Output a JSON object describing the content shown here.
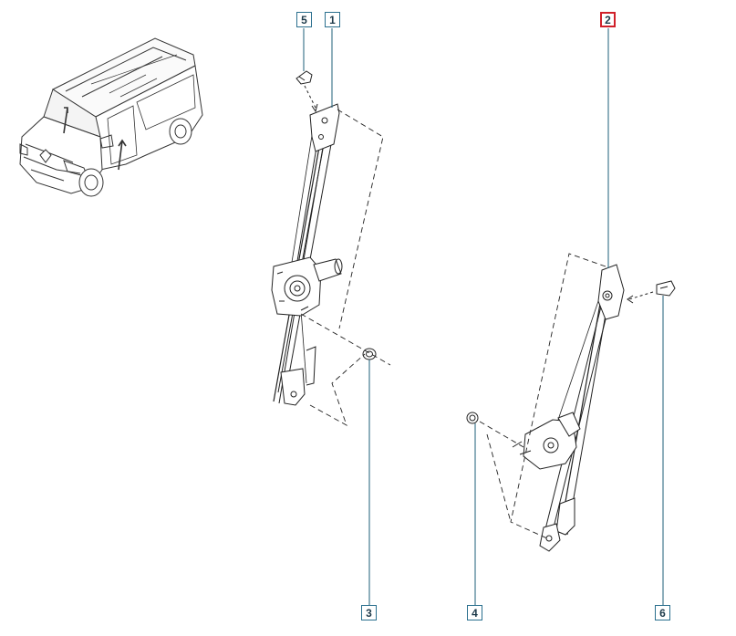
{
  "diagram": {
    "selected_part": "2",
    "colors": {
      "callout_border": "#2a6f8e",
      "selected_border": "#d0202a",
      "line": "#222222"
    },
    "callouts": [
      {
        "id": "callout-5",
        "label": "5"
      },
      {
        "id": "callout-1",
        "label": "1"
      },
      {
        "id": "callout-2",
        "label": "2"
      },
      {
        "id": "callout-3",
        "label": "3"
      },
      {
        "id": "callout-4",
        "label": "4"
      },
      {
        "id": "callout-6",
        "label": "6"
      }
    ]
  }
}
